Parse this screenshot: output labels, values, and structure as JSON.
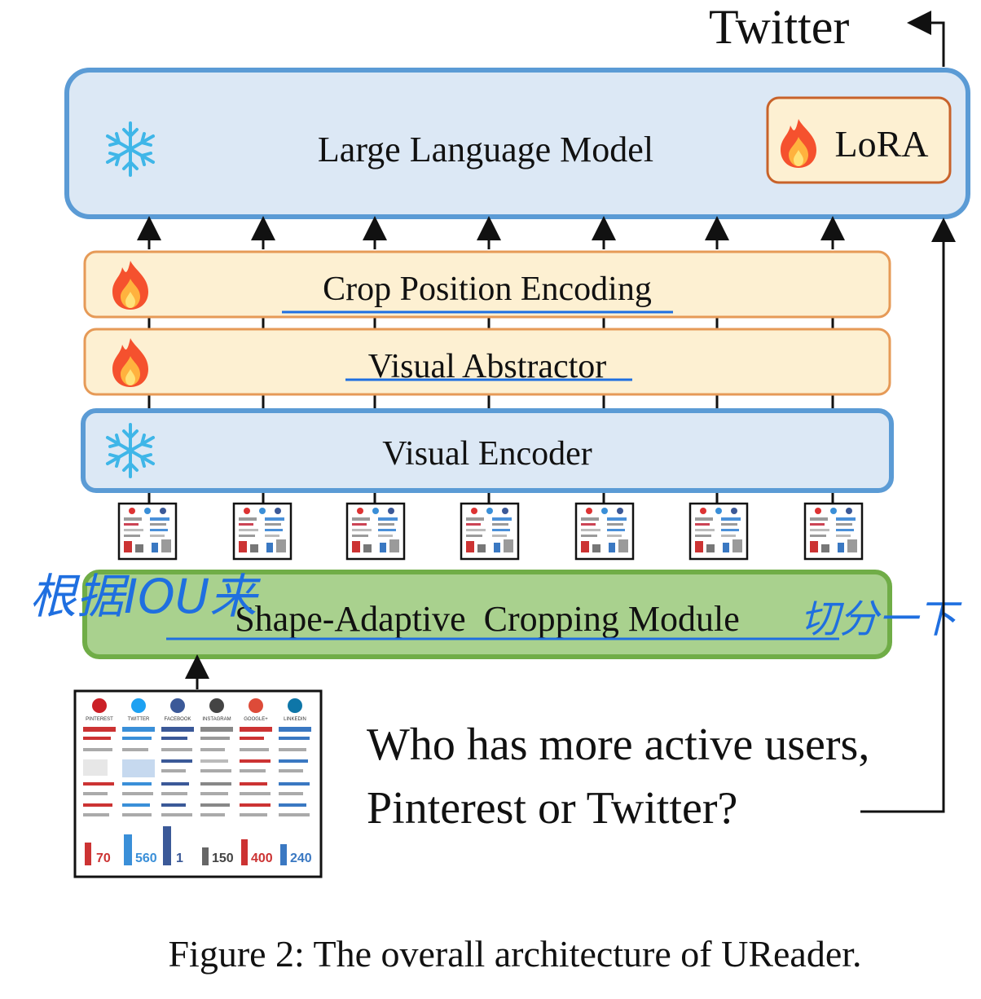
{
  "output_label": "Twitter",
  "llm": {
    "label": "Large Language Model",
    "lora_label": "LoRA"
  },
  "modules": {
    "crop_position_encoding": "Crop Position Encoding",
    "visual_abstractor": "Visual Abstractor",
    "visual_encoder": "Visual Encoder",
    "shape_adaptive_cropping": "Shape-Adaptive  Cropping Module"
  },
  "question": {
    "line1": "Who has more active users,",
    "line2": "Pinterest or Twitter?"
  },
  "caption": "Figure 2: The overall architecture of UReader.",
  "annotations": {
    "left_note": "根据IOU来",
    "right_note": "切分一下"
  },
  "infographic": {
    "networks": [
      "PINTEREST",
      "TWITTER",
      "FACEBOOK",
      "INSTAGRAM",
      "GOOGLE+",
      "LINKEDIN"
    ],
    "big_numbers": [
      "70",
      "560",
      "1",
      "150",
      "400",
      "240"
    ]
  },
  "colors": {
    "frozen_fill": "#dce8f5",
    "frozen_border": "#5b9bd5",
    "trainable_fill": "#fdf0d2",
    "trainable_border": "#e69a57",
    "cropping_fill": "#a9d18e",
    "cropping_border": "#70ad47",
    "annotation": "#1f6fe0"
  }
}
